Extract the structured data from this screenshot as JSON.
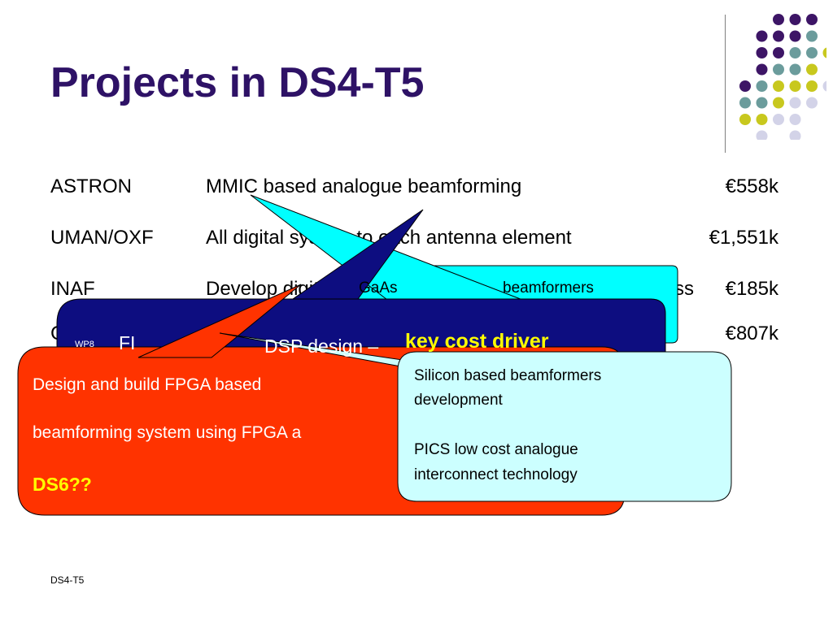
{
  "slide": {
    "title": "Projects in DS4-T5",
    "footer": "DS4-T5"
  },
  "projects": [
    {
      "org": "ASTRON",
      "desc": "MMIC based analogue beamforming",
      "cost": "€558k"
    },
    {
      "org": "UMAN/OXF",
      "desc": "All digital system to each antenna element",
      "cost": "€1,551k"
    },
    {
      "org": "INAF",
      "desc": "Develop digital",
      "desc_tail": "ss",
      "cost": "€185k"
    },
    {
      "org": "C",
      "desc": "",
      "cost": "€807k"
    }
  ],
  "callouts": {
    "gaas": {
      "text": "GaAs",
      "text2": "beamformers"
    },
    "navy": {
      "prefix": "WP8",
      "text": "FI",
      "text2": "DSP design –",
      "highlight": "key cost driver"
    },
    "red": {
      "line1": "Design and build FPGA based",
      "line2": "beamforming system using FPGA a",
      "line3": "DS6??"
    },
    "silicon": {
      "line1": "Silicon based beamformers",
      "line2": "development",
      "line3": "PICS low cost analogue",
      "line4": "interconnect technology"
    }
  },
  "colors": {
    "title": "#2e1266",
    "navy": "#0d0d80",
    "red": "#ff3300",
    "cyan": "#00ffff",
    "light_cyan": "#ccffff",
    "highlight": "#ffff00",
    "dot_purple": "#3d1566",
    "dot_teal": "#6b9c9c",
    "dot_lime": "#c8c81e",
    "dot_lavender": "#d3d3e8"
  }
}
